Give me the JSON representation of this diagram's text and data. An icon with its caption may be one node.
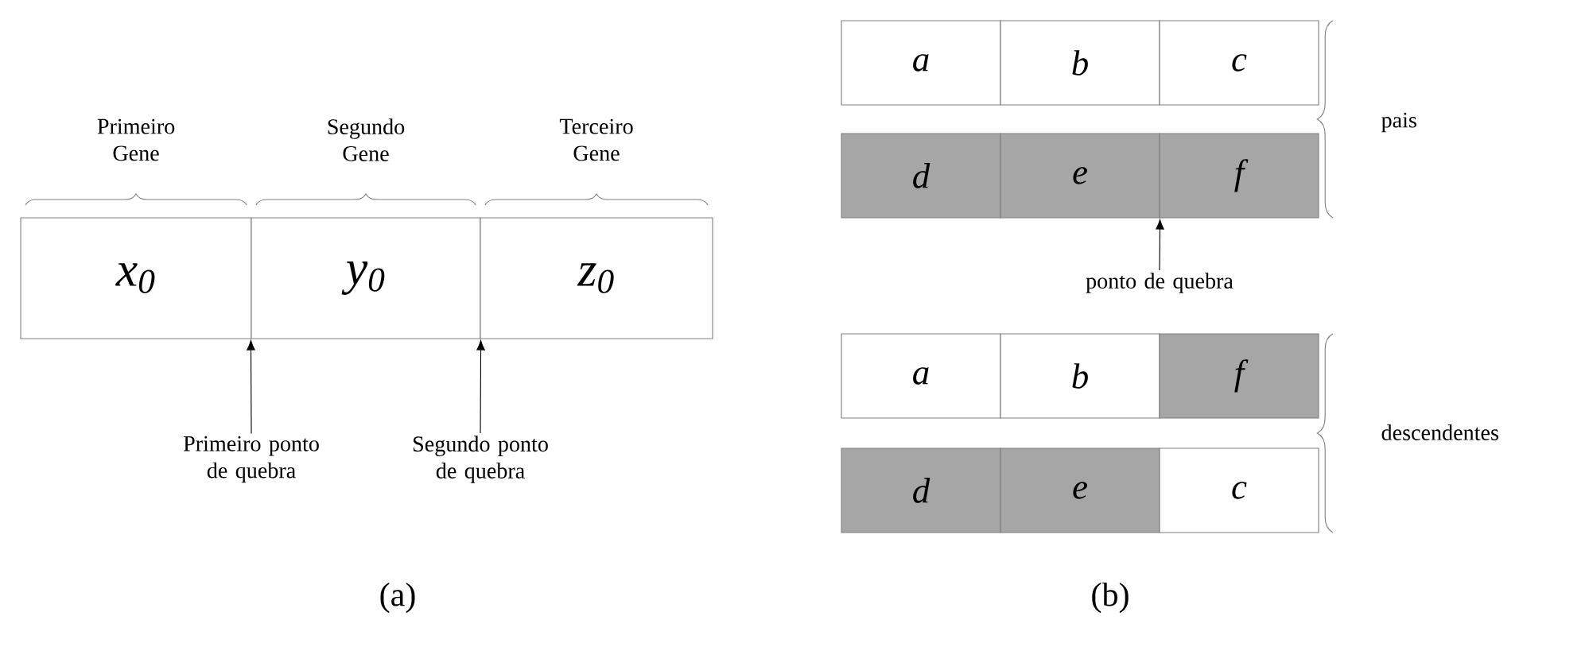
{
  "diagram": {
    "nodes": [
      {
        "text": [
          "x$_{0}$"
        ],
        "beside": [
          "Primeiro Gene"
        ]
      },
      {
        "text": [
          "y$_{0}$"
        ],
        "beside": [
          "Segundo Gene"
        ]
      },
      {
        "text": [
          "z$_{0}$"
        ],
        "beside": [
          "Terceiro Gene"
        ]
      },
      {
        "text": [
          "Primeiro ponto de quebra"
        ]
      },
      {
        "text": [
          "Segundo ponto de quebra"
        ]
      },
      {
        "text": [
          "a"
        ]
      },
      {
        "text": [
          "b"
        ]
      },
      {
        "text": [
          "c"
        ]
      },
      {
        "text": [
          "d"
        ]
      },
      {
        "text": [
          "e"
        ]
      },
      {
        "text": [
          "f"
        ]
      },
      {
        "text": [
          "ponto de quebra"
        ]
      },
      {
        "text": [
          "a"
        ]
      },
      {
        "text": [
          "b"
        ]
      },
      {
        "text": [
          "f"
        ]
      },
      {
        "text": [
          "d"
        ]
      },
      {
        "text": [
          "e"
        ]
      },
      {
        "text": [
          "c"
        ]
      }
    ],
    "edges": [
      {
        "from": 3,
        "to": 1,
        "arrow": "to"
      },
      {
        "from": 4,
        "to": 1,
        "arrow": "to"
      },
      {
        "from": 11,
        "to": 9,
        "arrow": "to"
      }
    ],
    "labels": [
      "pais",
      "descendentes",
      "(a)",
      "(b)"
    ]
  }
}
